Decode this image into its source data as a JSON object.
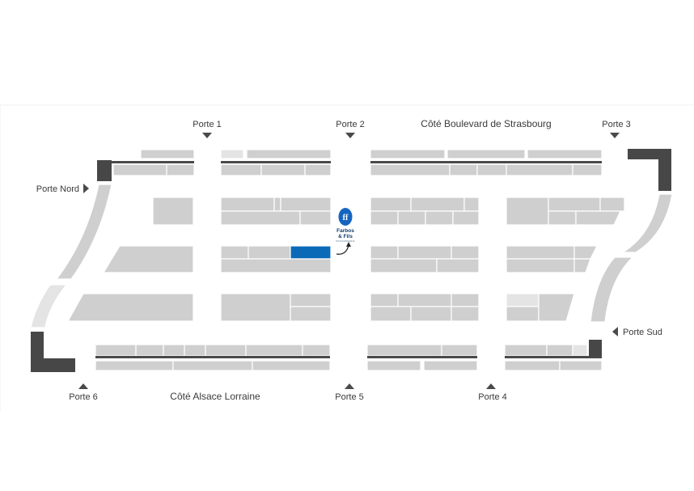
{
  "map": {
    "side_top": "Côté Boulevard de Strasbourg",
    "side_bottom": "Côté Alsace Lorraine",
    "gates": {
      "porte1": "Porte 1",
      "porte2": "Porte 2",
      "porte3": "Porte 3",
      "porte4": "Porte 4",
      "porte5": "Porte 5",
      "porte6": "Porte 6",
      "nord": "Porte Nord",
      "sud": "Porte Sud"
    },
    "logo": {
      "line1": "Farbos",
      "line2": "& Fils",
      "tagline": "POISSONNERIE"
    },
    "colors": {
      "stall": "#cfcfcf",
      "stall_light": "#e4e4e4",
      "frame": "#474747",
      "highlight": "#0a6ab8",
      "logo": "#1565c0"
    }
  }
}
